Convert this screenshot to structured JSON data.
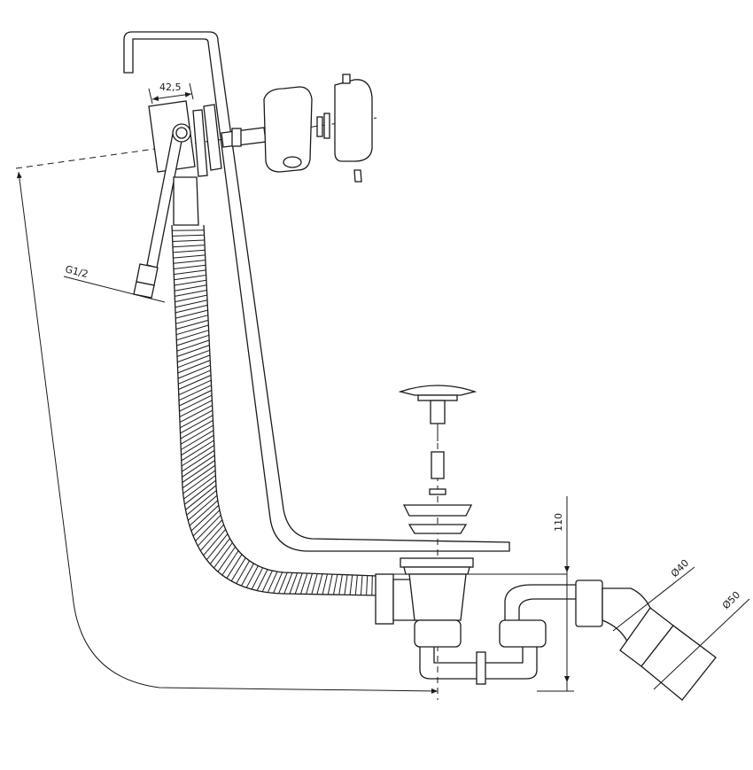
{
  "dimensions": {
    "overflow_width": "42,5",
    "inlet_thread": "G1/2",
    "trap_height": "110",
    "outlet_inner": "Ø40",
    "outlet_outer": "Ø50"
  },
  "colors": {
    "line": "#1a1a1a",
    "background": "#ffffff"
  }
}
